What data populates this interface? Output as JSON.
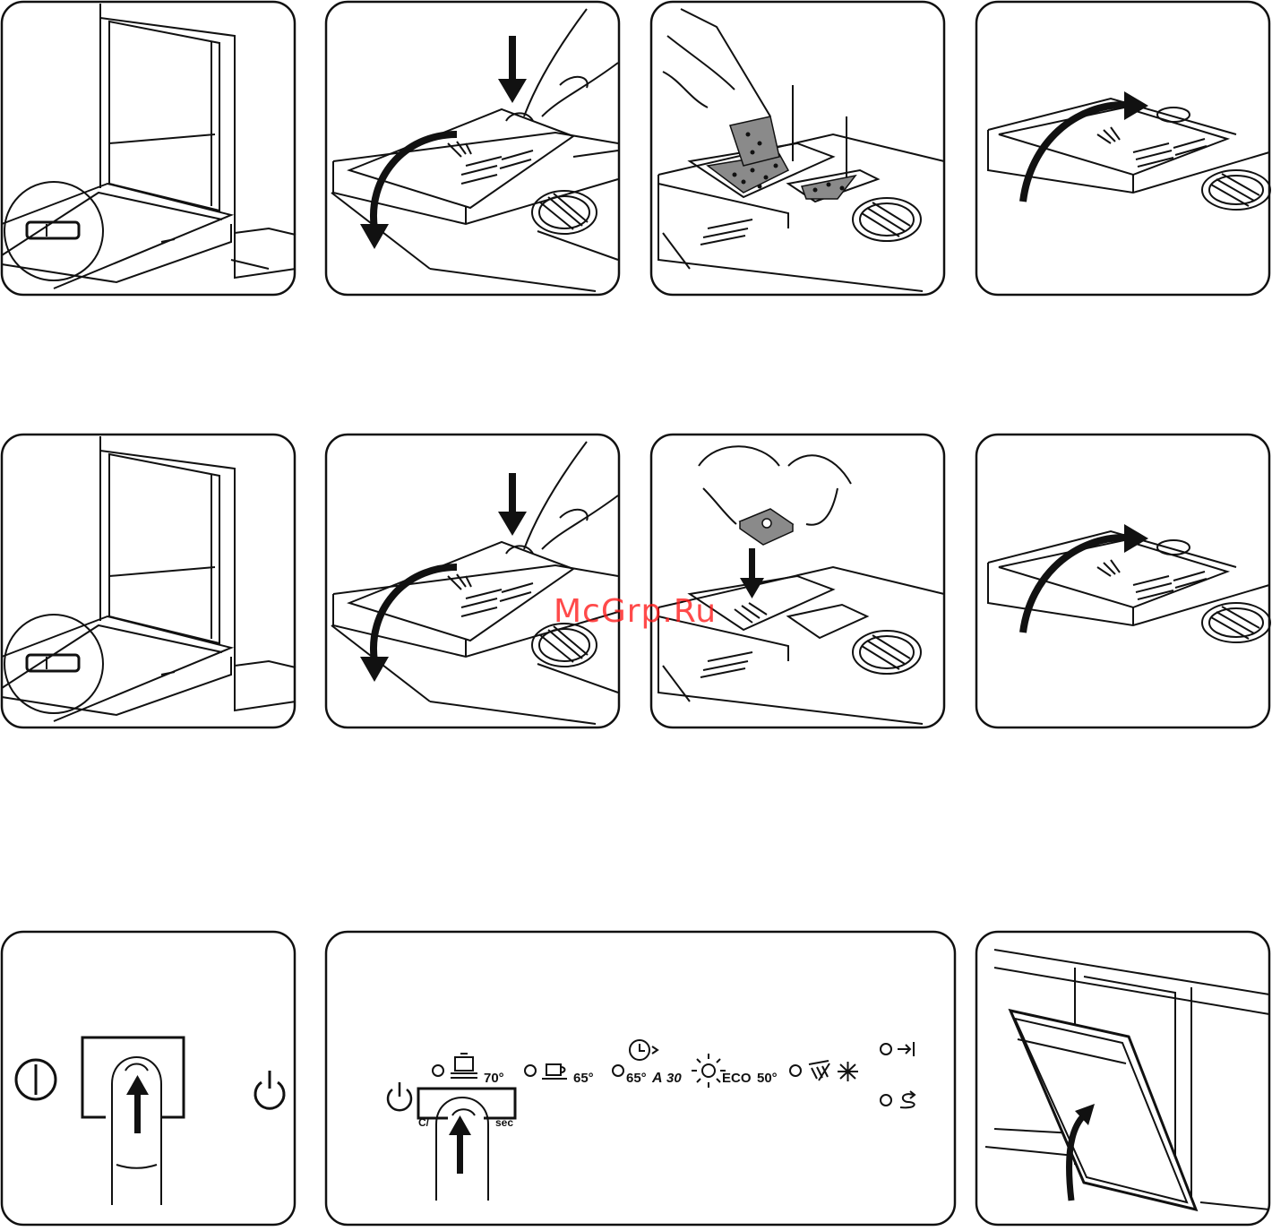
{
  "watermark": {
    "text": "McGrp.Ru"
  },
  "control_panel": {
    "programs": [
      {
        "temp": "70°",
        "icon": "intensive-pots-icon"
      },
      {
        "temp": "65°",
        "icon": "normal-cup-icon"
      },
      {
        "temp": "65°",
        "icon": "auto-clock-icon",
        "extra": "A",
        "minutes": "30"
      },
      {
        "temp": "50°",
        "icon": "eco-sun-icon",
        "extra": "ECO"
      },
      {
        "temp": "",
        "icon": "prewash-shower-icon"
      },
      {
        "temp": "",
        "icon": "rinse-star-icon"
      }
    ],
    "button_left_label": "C/",
    "button_right_label": "sec",
    "right_icons": [
      "delay-start-icon",
      "reset-icon"
    ]
  },
  "colors": {
    "line": "#111111",
    "fill_gray": "#8a8a8a",
    "watermark": "#ff1818"
  }
}
